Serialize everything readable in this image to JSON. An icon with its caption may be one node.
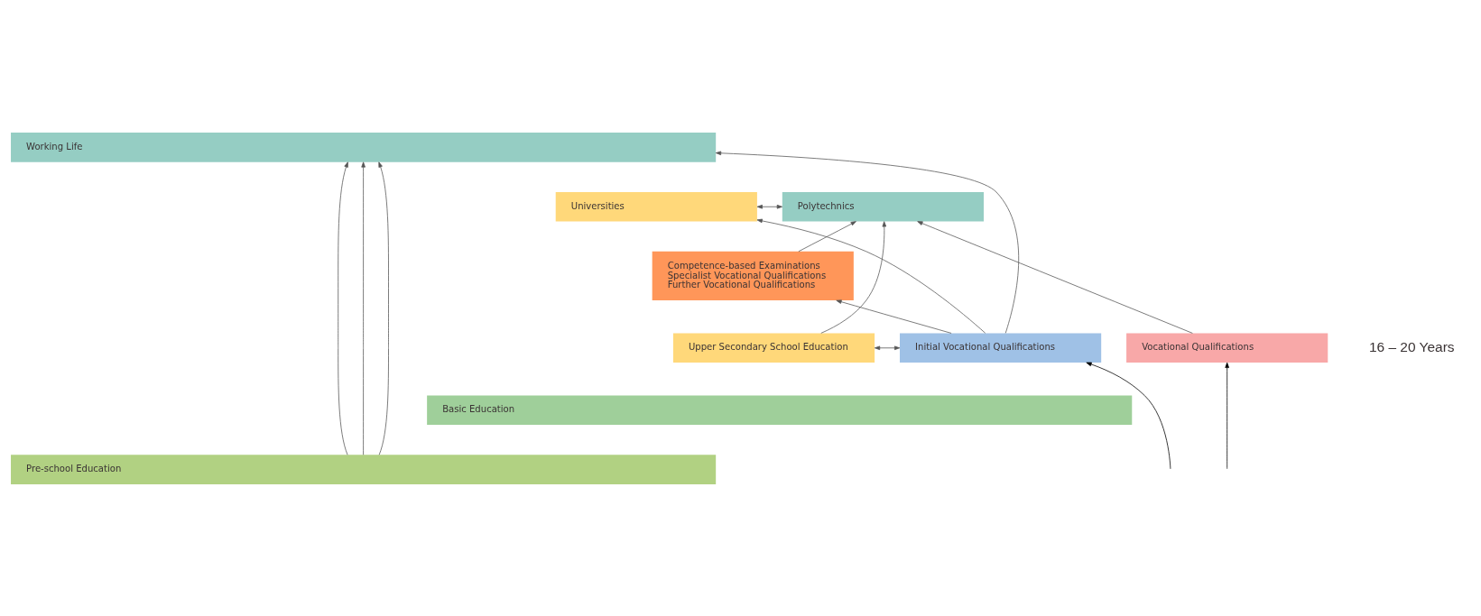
{
  "diagram": {
    "nodes": [
      {
        "text": [
          "Working Life"
        ]
      },
      {
        "text": [
          "Universities"
        ]
      },
      {
        "text": [
          "Polytechnics"
        ]
      },
      {
        "text": [
          "Competence-based Examinations",
          "Specialist Vocational Qualifications",
          "Further Vocational Qualifications"
        ]
      },
      {
        "text": [
          "Upper Secondary School Education"
        ]
      },
      {
        "text": [
          "Initial Vocational Qualifications"
        ]
      },
      {
        "text": [
          "Vocational Qualifications"
        ]
      },
      {
        "text": [
          "Basic Education"
        ]
      },
      {
        "text": [
          "Pre-school Education"
        ]
      }
    ],
    "edges": [
      {
        "from": 8,
        "to": 0,
        "arrow": "to"
      },
      {
        "from": 8,
        "to": 0,
        "arrow": "to"
      },
      {
        "from": 8,
        "to": 0,
        "arrow": "to"
      },
      {
        "from": 1,
        "to": 2,
        "arrow": "both"
      },
      {
        "from": 4,
        "to": 5,
        "arrow": "both"
      },
      {
        "from": 4,
        "to": 2,
        "arrow": "to"
      },
      {
        "from": 5,
        "to": 1,
        "arrow": "to"
      },
      {
        "from": 5,
        "to": 0,
        "arrow": "to"
      },
      {
        "from": 5,
        "to": 3,
        "arrow": "to"
      },
      {
        "from": 6,
        "to": 2,
        "arrow": "to"
      },
      {
        "from": 3,
        "to": 2,
        "arrow": "to"
      },
      {
        "from": null,
        "to": 5,
        "arrow": "to",
        "color": "#000000"
      },
      {
        "from": null,
        "to": 6,
        "arrow": "to",
        "color": "#000000"
      }
    ],
    "labels": [
      "16 – 20 Years"
    ]
  }
}
